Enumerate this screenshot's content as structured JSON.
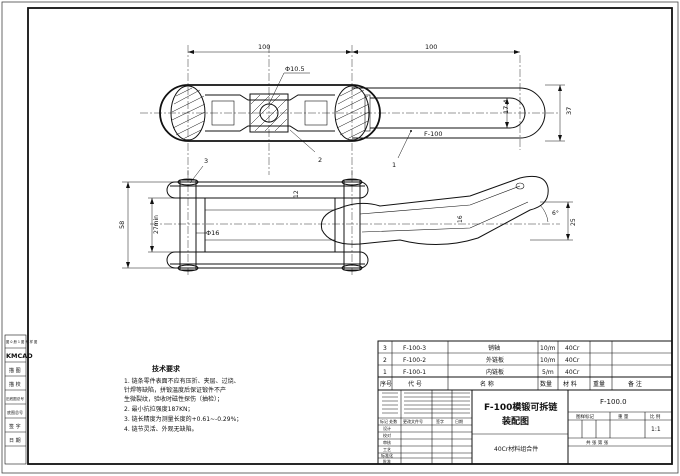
{
  "drawing": {
    "top_view": {
      "dim_pitch_left": "100",
      "dim_pitch_right": "100",
      "dim_hole": "Φ10.5",
      "dim_width": "37",
      "dim_inner": "17.4",
      "part_label": "F-100",
      "leader_1": "1",
      "leader_2": "2"
    },
    "side_view": {
      "leader_3": "3",
      "dim_height": "58",
      "dim_inner_min": "27min",
      "dim_pin": "Φ16",
      "dim_12": "12",
      "dim_16": "16",
      "dim_25": "25",
      "dim_angle": "6°"
    }
  },
  "left_strip": {
    "top_text": "图 0 册 1 图 号 样 图",
    "brand": "KMCAD",
    "rows": [
      "描 图",
      "描 校",
      "旧底图总号",
      "底图总号",
      "签 字",
      "日 期"
    ]
  },
  "tech_notes": {
    "title": "技术要求",
    "lines": [
      "1. 链条零件表面不应有压折、夹层、过烧、",
      "   针焊等缺陷，拼锻温度后保证锻件不产",
      "   生微裂纹，验收时磁性探伤（抽检）；",
      "2. 最小抗拉强度187KN；",
      "3. 链长精度为测量长度的+0.61~-0.29%；",
      "4. 链节灵活、外观无缺陷。"
    ]
  },
  "parts_list": {
    "rows": [
      {
        "no": "3",
        "code": "F-100-3",
        "name": "销轴",
        "qty": "10/m",
        "material": "40Cr"
      },
      {
        "no": "2",
        "code": "F-100-2",
        "name": "外链板",
        "qty": "10/m",
        "material": "40Cr"
      },
      {
        "no": "1",
        "code": "F-100-1",
        "name": "内链板",
        "qty": "5/m",
        "material": "40Cr"
      }
    ],
    "header": {
      "no": "序号",
      "code": "代 号",
      "name": "名 称",
      "qty": "数量",
      "material": "材 料",
      "weight": "重量",
      "note": "备 注"
    }
  },
  "title_block": {
    "title_line1": "F-100模锻可拆链",
    "title_line2": "装配图",
    "drawing_no": "F-100.0",
    "material_note": "40Cr材料组合件",
    "stage_label": "图样标记",
    "weight_label": "重 量",
    "scale_label": "比 例",
    "scale": "1:1",
    "sheet_label": "共 张 第 张",
    "sig_rows": [
      "标记 处数",
      "设计",
      "校对",
      "审核",
      "工艺",
      "标准化",
      "批准"
    ],
    "sig_cols": [
      "更改文件号",
      "签字",
      "日期"
    ]
  }
}
